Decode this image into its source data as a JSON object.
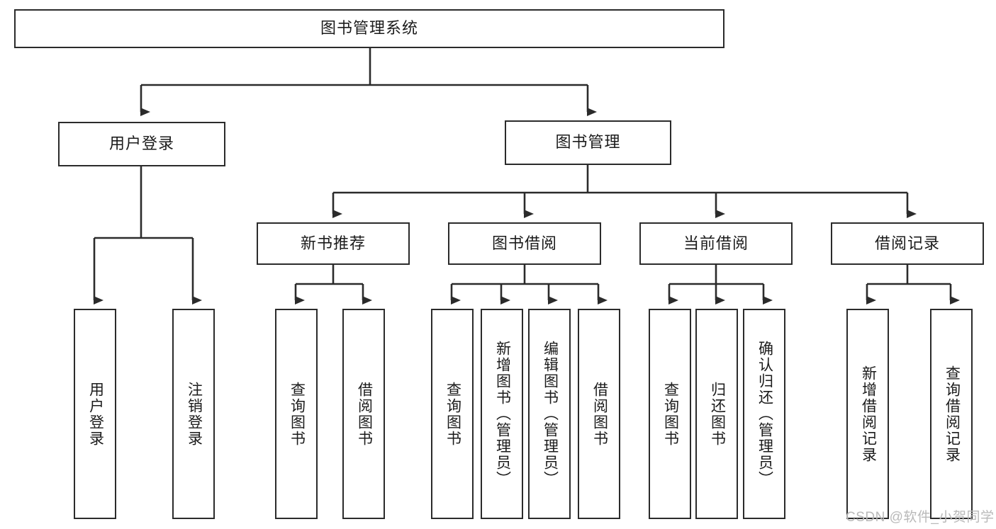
{
  "diagram": {
    "title": "图书管理系统",
    "type": "tree-hierarchy",
    "style": {
      "line_color": "#2b2b2b",
      "box_fill": "#ffffff",
      "text_color": "#1b1b1b",
      "watermark_color": "#b9b9b9"
    },
    "root": {
      "id": "root",
      "label": "图书管理系统"
    },
    "level1": [
      {
        "id": "user-login",
        "label": "用户登录"
      },
      {
        "id": "book-manage",
        "label": "图书管理"
      }
    ],
    "level2": [
      {
        "id": "new-book-rec",
        "label": "新书推荐",
        "parent": "book-manage"
      },
      {
        "id": "book-borrow",
        "label": "图书借阅",
        "parent": "book-manage"
      },
      {
        "id": "current-borrow",
        "label": "当前借阅",
        "parent": "book-manage"
      },
      {
        "id": "borrow-record",
        "label": "借阅记录",
        "parent": "book-manage"
      }
    ],
    "leaves": [
      {
        "id": "leaf-user-login",
        "label": "用户登录",
        "parent": "user-login"
      },
      {
        "id": "leaf-logout-login",
        "label": "注销登录",
        "parent": "user-login"
      },
      {
        "id": "leaf-query-book-1",
        "label": "查询图书",
        "parent": "new-book-rec"
      },
      {
        "id": "leaf-borrow-book-1",
        "label": "借阅图书",
        "parent": "new-book-rec"
      },
      {
        "id": "leaf-query-book-2",
        "label": "查询图书",
        "parent": "book-borrow"
      },
      {
        "id": "leaf-add-book",
        "label": "新增图书（管理员）",
        "parent": "book-borrow"
      },
      {
        "id": "leaf-edit-book",
        "label": "编辑图书（管理员）",
        "parent": "book-borrow"
      },
      {
        "id": "leaf-borrow-book-2",
        "label": "借阅图书",
        "parent": "book-borrow"
      },
      {
        "id": "leaf-query-book-3",
        "label": "查询图书",
        "parent": "current-borrow"
      },
      {
        "id": "leaf-return-book",
        "label": "归还图书",
        "parent": "current-borrow"
      },
      {
        "id": "leaf-confirm-return",
        "label": "确认归还（管理员）",
        "parent": "current-borrow"
      },
      {
        "id": "leaf-add-record",
        "label": "新增借阅记录",
        "parent": "borrow-record"
      },
      {
        "id": "leaf-query-record",
        "label": "查询借阅记录",
        "parent": "borrow-record"
      }
    ],
    "watermark": "CSDN @软件_小贺同学"
  }
}
